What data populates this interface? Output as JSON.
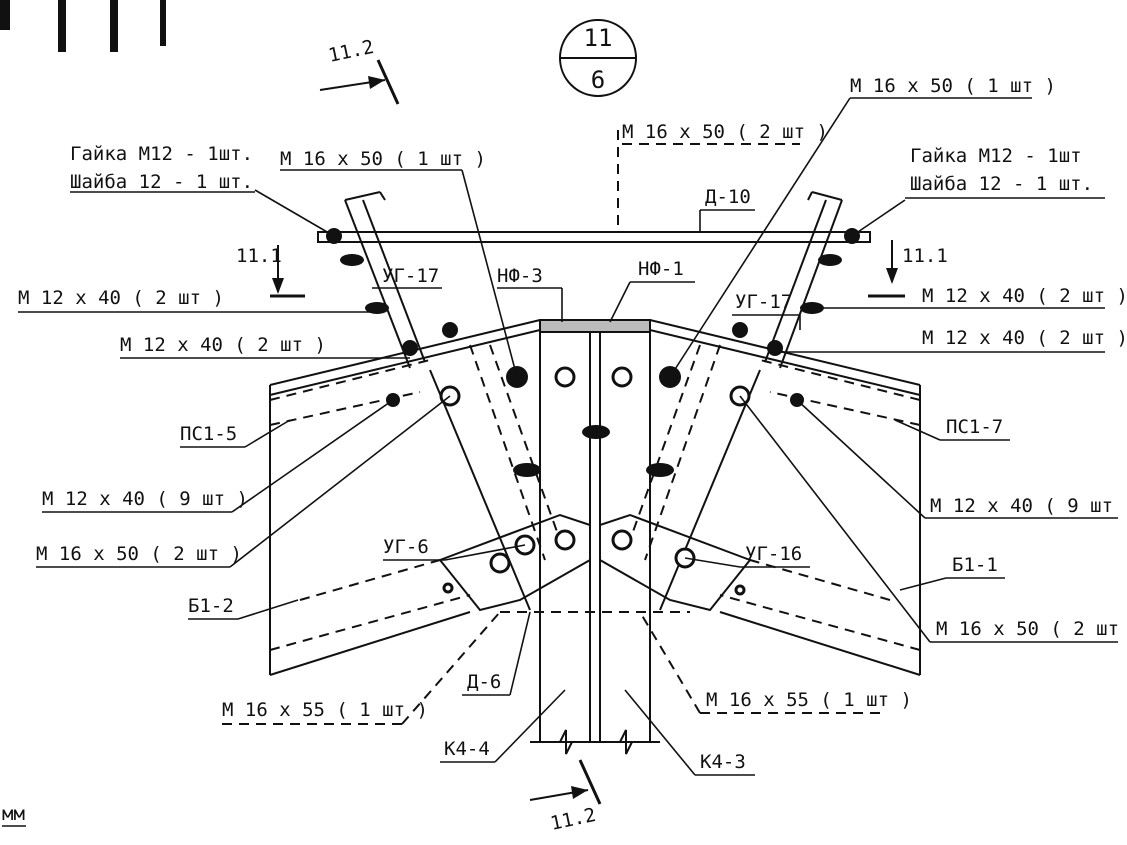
{
  "sheet_ref": {
    "top": "11",
    "bottom": "6"
  },
  "section_marks": {
    "s11_2": "11.2",
    "s11_1": "11.1"
  },
  "labels": {
    "gaika_left": "Гайка M12 - 1шт.",
    "shaiba_left": "Шайба 12 - 1 шт.",
    "gaika_right": "Гайка M12 - 1шт",
    "shaiba_right": "Шайба 12 - 1 шт.",
    "m16x50_1_left": "M 16 x 50 ( 1 шт )",
    "m16x50_1_right": "M 16 x 50 ( 1 шт )",
    "m16x50_2_top": "M 16 x 50 ( 2 шт )",
    "d10": "Д-10",
    "nf3": "НФ-3",
    "nf1": "НФ-1",
    "ug17_left": "УГ-17",
    "ug17_right": "УГ-17",
    "m12x40_2_left_a": "M 12 x 40 ( 2 шт )",
    "m12x40_2_left_b": "M 12 x 40 ( 2 шт )",
    "m12x40_2_right_a": "M 12 x 40 ( 2 шт )",
    "m12x40_2_right_b": "M 12 x 40 ( 2 шт )",
    "ps15": "ПС1-5",
    "ps17": "ПС1-7",
    "m12x40_9_left": "M 12 x 40 ( 9 шт )",
    "m12x40_9_right": "M 12 x 40 ( 9 шт )",
    "m16x50_2_left": "M 16 x 50 ( 2 шт )",
    "m16x50_2_right": "M 16 x 50 ( 2 шт )",
    "ug6": "УГ-6",
    "ug16": "УГ-16",
    "b12": "Б1-2",
    "b11": "Б1-1",
    "d6": "Д-6",
    "m16x55_left": "M 16 x 55 ( 1 шт )",
    "m16x55_right": "M 16 x 55 ( 1 шт )",
    "k44": "К4-4",
    "k43": "К4-3",
    "corner_note": "мм"
  }
}
